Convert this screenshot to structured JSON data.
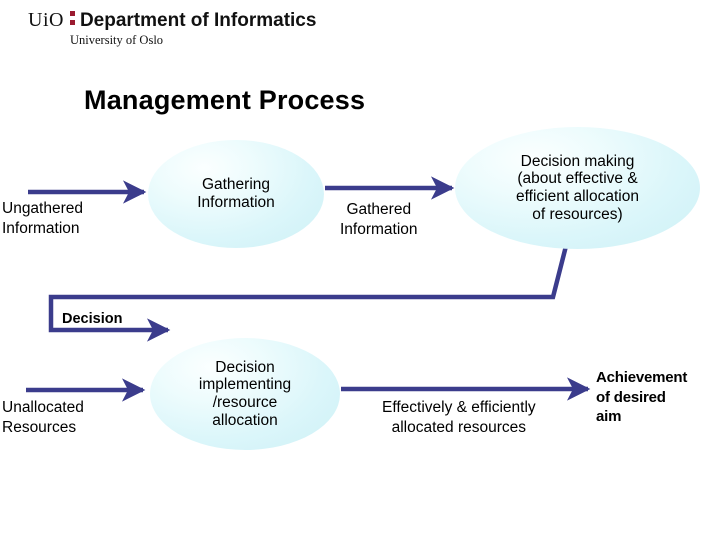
{
  "logo": {
    "institution_short": "UiO",
    "department": "Department of Informatics",
    "university": "University of Oslo",
    "accent_color": "#9b1b30"
  },
  "slide": {
    "title": "Management Process",
    "background_color": "#ffffff"
  },
  "theme": {
    "arrow_color": "#3b3c8c",
    "ellipse_fill_light": "#fbffff",
    "ellipse_fill_dark": "#cdf0f6",
    "text_color": "#000000"
  },
  "diagram": {
    "type": "process-flow",
    "nodes": [
      {
        "id": "gathering-information",
        "shape": "ellipse",
        "lines": [
          "Gathering",
          "Information"
        ],
        "row": 1
      },
      {
        "id": "decision-making",
        "shape": "ellipse",
        "lines": [
          "Decision making",
          "(about effective &",
          "efficient allocation",
          "of resources)"
        ],
        "row": 1
      },
      {
        "id": "decision-implementing",
        "shape": "ellipse",
        "lines": [
          "Decision",
          "implementing",
          "/resource",
          "allocation"
        ],
        "row": 2
      }
    ],
    "labels": [
      {
        "id": "ungathered-information",
        "lines": [
          "Ungathered",
          "Information"
        ],
        "bold": false
      },
      {
        "id": "gathered-information",
        "lines": [
          "Gathered",
          "Information"
        ],
        "bold": false
      },
      {
        "id": "unallocated-resources",
        "lines": [
          "Unallocated",
          "Resources"
        ],
        "bold": false
      },
      {
        "id": "effectively-allocated",
        "lines": [
          "Effectively & efficiently",
          "allocated resources"
        ],
        "bold": false
      },
      {
        "id": "achievement-of-aim",
        "lines": [
          "Achievement",
          "of desired",
          "aim"
        ],
        "bold": true
      },
      {
        "id": "decision-feedback",
        "lines": [
          "Decision"
        ],
        "bold": true
      }
    ],
    "connectors": [
      {
        "id": "arrow-ungathered-to-gathering",
        "from": "ungathered-information",
        "to": "gathering-information",
        "style": "straight-arrow"
      },
      {
        "id": "arrow-gathering-to-decision-making",
        "from": "gathering-information",
        "to": "decision-making",
        "style": "straight-arrow"
      },
      {
        "id": "arrow-decision-feedback",
        "from": "decision-making",
        "to": "decision-implementing",
        "style": "elbow-arrow",
        "label": "Decision"
      },
      {
        "id": "arrow-unallocated-to-implementing",
        "from": "unallocated-resources",
        "to": "decision-implementing",
        "style": "straight-arrow"
      },
      {
        "id": "arrow-implementing-to-achievement",
        "from": "decision-implementing",
        "to": "achievement-of-aim",
        "style": "straight-arrow"
      }
    ]
  }
}
